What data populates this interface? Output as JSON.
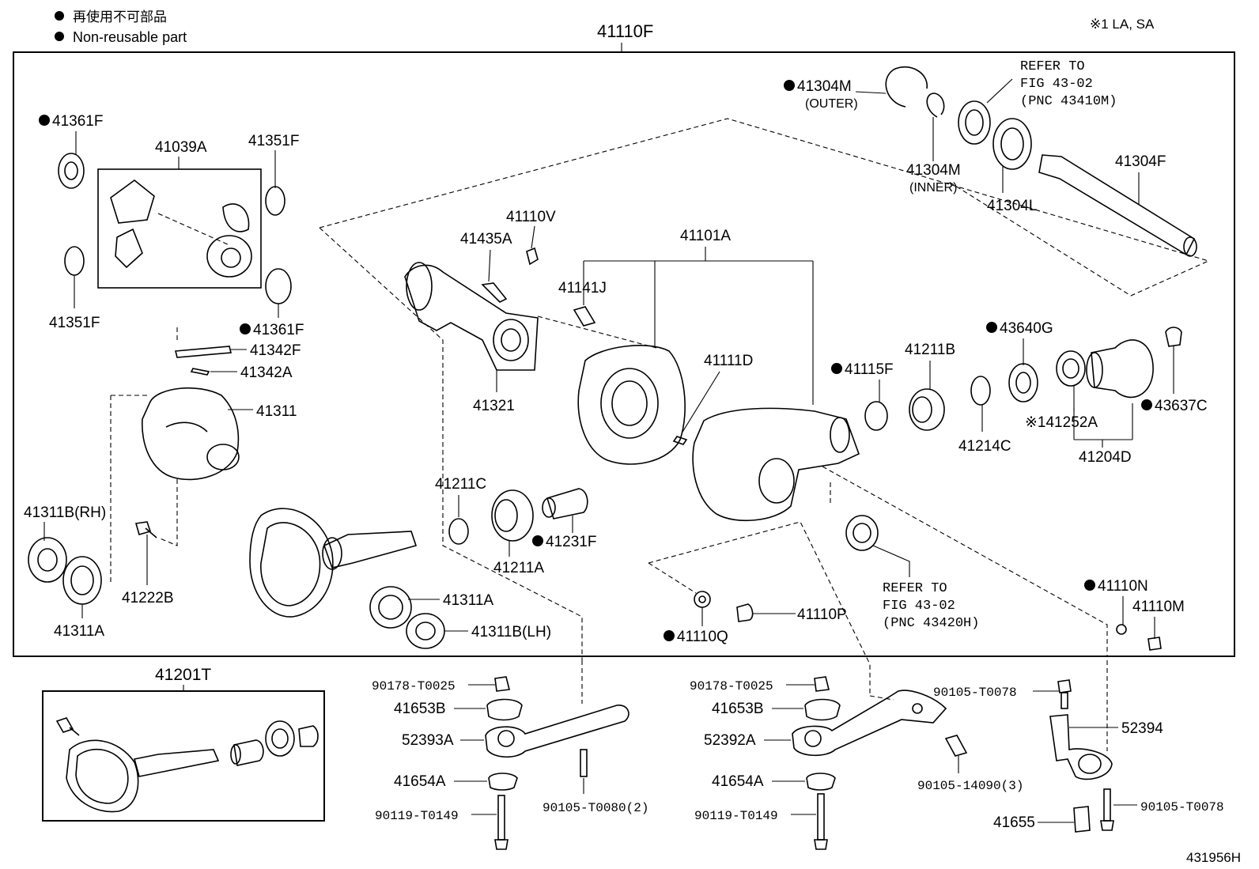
{
  "legend": {
    "japanese": "再使用不可部品",
    "english": "Non-reusable part"
  },
  "note_top_right": "※1 LA, SA",
  "figure_code": "431956H",
  "assembly_label": "41110F",
  "kit_label": "41201T",
  "refer_1": {
    "line1": "REFER TO",
    "line2": "FIG 43-02",
    "line3": "(PNC 43410M)"
  },
  "refer_2": {
    "line1": "REFER TO",
    "line2": "FIG 43-02",
    "line3": "(PNC 43420H)"
  },
  "parts": {
    "p41304M_outer": "41304M",
    "p41304M_outer_note": "(OUTER)",
    "p41304M_inner": "41304M",
    "p41304M_inner_note": "(INNER)",
    "p41304L": "41304L",
    "p41304F": "41304F",
    "p41361F_a": "41361F",
    "p41039A": "41039A",
    "p41351F_a": "41351F",
    "p41351F_b": "41351F",
    "p41361F_b": "41361F",
    "p41342F": "41342F",
    "p41342A": "41342A",
    "p41311": "41311",
    "p41311B_RH": "41311B(RH)",
    "p41311A_a": "41311A",
    "p41222B": "41222B",
    "p41311A_b": "41311A",
    "p41311B_LH": "41311B(LH)",
    "p41110V": "41110V",
    "p41435A": "41435A",
    "p41321": "41321",
    "p41101A": "41101A",
    "p41141J": "41141J",
    "p41111D": "41111D",
    "p41211C": "41211C",
    "p41211A": "41211A",
    "p41231F": "41231F",
    "p41115F": "41115F",
    "p41211B": "41211B",
    "p43640G": "43640G",
    "p41214C": "41214C",
    "p41252A": "※141252A",
    "p41204D": "41204D",
    "p43637C": "43637C",
    "p41110N": "41110N",
    "p41110M": "41110M",
    "p41110P": "41110P",
    "p41110Q": "41110Q",
    "p90178_a": "90178-T0025",
    "p41653B_a": "41653B",
    "p52393A": "52393A",
    "p41654A_a": "41654A",
    "p90119_a": "90119-T0149",
    "p90105_T0080": "90105-T0080(2)",
    "p90178_b": "90178-T0025",
    "p41653B_b": "41653B",
    "p52392A": "52392A",
    "p41654A_b": "41654A",
    "p90119_b": "90119-T0149",
    "p90105_14090": "90105-14090(3)",
    "p90105_T0078_a": "90105-T0078",
    "p52394": "52394",
    "p41655": "41655",
    "p90105_T0078_b": "90105-T0078"
  }
}
